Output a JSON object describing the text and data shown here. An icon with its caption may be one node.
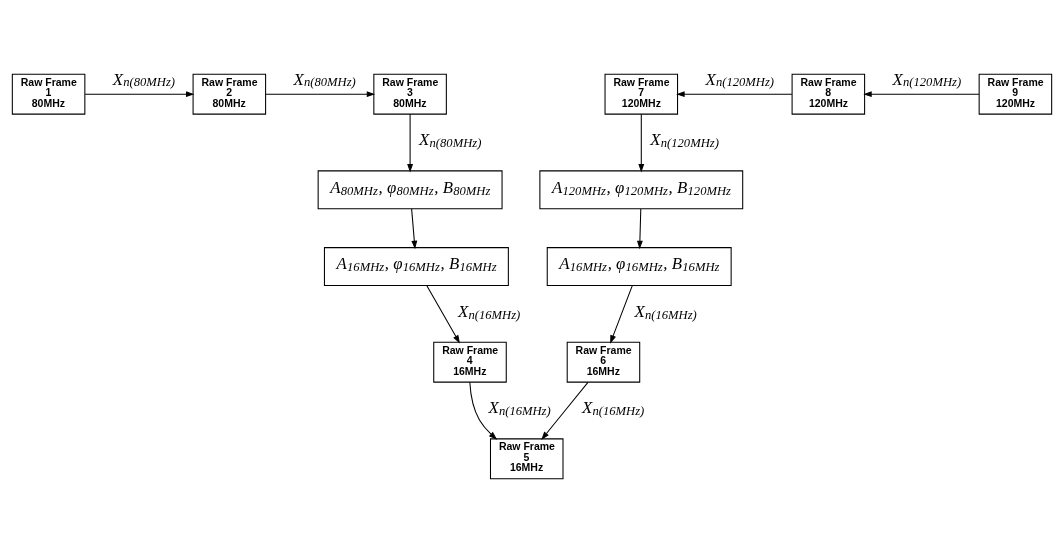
{
  "diagram": {
    "nodes": [
      {
        "text": [
          "Raw Frame",
          "1",
          "80MHz"
        ]
      },
      {
        "text": [
          "Raw Frame",
          "2",
          "80MHz"
        ]
      },
      {
        "text": [
          "Raw Frame",
          "3",
          "80MHz"
        ]
      },
      {
        "text": [
          "A$_{80MHz}$, φ$_{80MHz}$, B$_{80MHz}$"
        ]
      },
      {
        "text": [
          "A$_{16MHz}$, φ$_{16MHz}$, B$_{16MHz}$"
        ]
      },
      {
        "text": [
          "Raw Frame",
          "4",
          "16MHz"
        ]
      },
      {
        "text": [
          "Raw Frame",
          "5",
          "16MHz"
        ]
      },
      {
        "text": [
          "Raw Frame",
          "6",
          "16MHz"
        ]
      },
      {
        "text": [
          "A$_{16MHz}$, φ$_{16MHz}$, B$_{16MHz}$"
        ]
      },
      {
        "text": [
          "A$_{120MHz}$, φ$_{120MHz}$, B$_{120MHz}$"
        ]
      },
      {
        "text": [
          "Raw Frame",
          "7",
          "120MHz"
        ]
      },
      {
        "text": [
          "Raw Frame",
          "8",
          "120MHz"
        ]
      },
      {
        "text": [
          "Raw Frame",
          "9",
          "120MHz"
        ]
      }
    ],
    "edges": [
      {
        "from": 0,
        "to": 1,
        "arrow": "to",
        "label": "X$_{n(80MHz)}$"
      },
      {
        "from": 1,
        "to": 2,
        "arrow": "to",
        "label": "X$_{n(80MHz)}$"
      },
      {
        "from": 2,
        "to": 3,
        "arrow": "to",
        "label": "X$_{n(80MHz)}$"
      },
      {
        "from": 3,
        "to": 4,
        "arrow": "to"
      },
      {
        "from": 4,
        "to": 5,
        "arrow": "to",
        "label": "X$_{n(16MHz)}$"
      },
      {
        "from": 5,
        "to": 6,
        "arrow": "to",
        "label": "X$_{n(16MHz)}$"
      },
      {
        "from": 7,
        "to": 6,
        "arrow": "to",
        "label": "X$_{n(16MHz)}$"
      },
      {
        "from": 8,
        "to": 7,
        "arrow": "to",
        "label": "X$_{n(16MHz)}$"
      },
      {
        "from": 9,
        "to": 8,
        "arrow": "to"
      },
      {
        "from": 10,
        "to": 9,
        "arrow": "to",
        "label": "X$_{n(120MHz)}$"
      },
      {
        "from": 11,
        "to": 10,
        "arrow": "to",
        "label": "X$_{n(120MHz)}$"
      },
      {
        "from": 12,
        "to": 11,
        "arrow": "to",
        "label": "X$_{n(120MHz)}$"
      }
    ]
  }
}
